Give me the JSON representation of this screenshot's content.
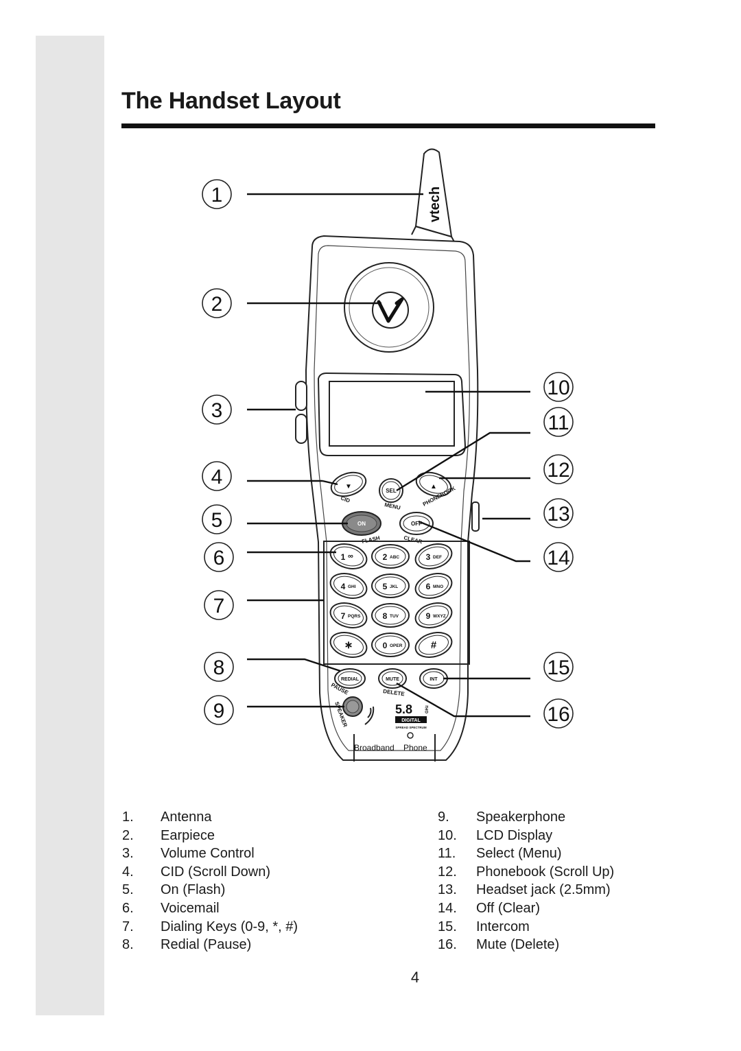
{
  "page": {
    "title": "The Handset Layout",
    "page_number": "4"
  },
  "handset": {
    "brand_text": "vtech",
    "bottom_text": [
      "Broadband",
      "Phone"
    ],
    "badge_number": "5.8",
    "badge_unit": "GHz",
    "badge_digital": "DIGITAL",
    "badge_spread": "SPREAD SPECTRUM",
    "keys": [
      {
        "label": "1",
        "sub": "∞"
      },
      {
        "label": "2",
        "sub": "ABC"
      },
      {
        "label": "3",
        "sub": "DEF"
      },
      {
        "label": "4",
        "sub": "GHI"
      },
      {
        "label": "5",
        "sub": "JKL"
      },
      {
        "label": "6",
        "sub": "MNO"
      },
      {
        "label": "7",
        "sub": "PQRS"
      },
      {
        "label": "8",
        "sub": "TUV"
      },
      {
        "label": "9",
        "sub": "WXYZ"
      },
      {
        "label": "∗",
        "sub": ""
      },
      {
        "label": "0",
        "sub": "OPER"
      },
      {
        "label": "#",
        "sub": ""
      }
    ],
    "buttons": {
      "cid": "▼",
      "sel": "SEL",
      "phonebook": "▲",
      "on": "ON",
      "off": "OFF",
      "redial": "REDIAL",
      "mute": "MUTE",
      "int": "INT"
    },
    "button_captions": {
      "cid": "CID",
      "menu": "MENU",
      "phonebook": "PHONEBOOK",
      "flash": "FLASH",
      "clear": "CLEAR",
      "pause": "PAUSE",
      "delete": "DELETE",
      "speaker": "SPEAKER"
    }
  },
  "callouts": [
    "1",
    "2",
    "3",
    "4",
    "5",
    "6",
    "7",
    "8",
    "9",
    "10",
    "11",
    "12",
    "13",
    "14",
    "15",
    "16"
  ],
  "legend": {
    "left": [
      {
        "num": "1.",
        "label": "Antenna"
      },
      {
        "num": "2.",
        "label": "Earpiece"
      },
      {
        "num": "3.",
        "label": "Volume Control"
      },
      {
        "num": "4.",
        "label": "CID (Scroll Down)"
      },
      {
        "num": "5.",
        "label": "On (Flash)"
      },
      {
        "num": "6.",
        "label": "Voicemail"
      },
      {
        "num": "7.",
        "label": "Dialing Keys (0-9, *, #)"
      },
      {
        "num": "8.",
        "label": "Redial (Pause)"
      }
    ],
    "right": [
      {
        "num": "9.",
        "label": "Speakerphone"
      },
      {
        "num": "10.",
        "label": "LCD Display"
      },
      {
        "num": "11.",
        "label": "Select (Menu)"
      },
      {
        "num": "12.",
        "label": "Phonebook (Scroll Up)"
      },
      {
        "num": "13.",
        "label": "Headset jack (2.5mm)"
      },
      {
        "num": "14.",
        "label": "Off (Clear)"
      },
      {
        "num": "15.",
        "label": "Intercom"
      },
      {
        "num": "16.",
        "label": "Mute (Delete)"
      }
    ]
  }
}
